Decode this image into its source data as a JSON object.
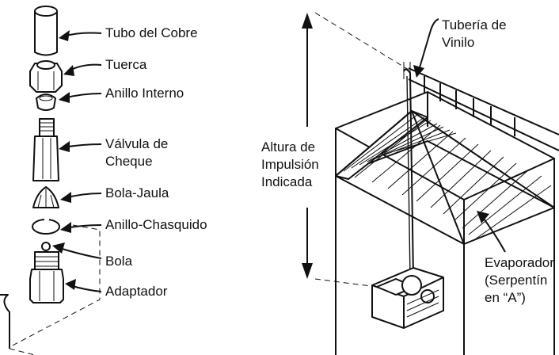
{
  "left_labels": {
    "copper_tube": "Tubo del Cobre",
    "nut": "Tuerca",
    "inner_ring": "Anillo Interno",
    "check_valve_line1": "Válvula de",
    "check_valve_line2": "Cheque",
    "ball_cage": "Bola-Jaula",
    "snap_ring": "Anillo-Chasquido",
    "ball": "Bola",
    "adapter": "Adaptador"
  },
  "right_labels": {
    "vinyl_tube_line1": "Tubería de",
    "vinyl_tube_line2": "Vinilo",
    "lift_line1": "Altura de",
    "lift_line2": "Impulsión",
    "lift_line3": "Indicada",
    "evap_line1": "Evaporador",
    "evap_line2": "(Serpentín",
    "evap_line3": "en “A”)"
  }
}
